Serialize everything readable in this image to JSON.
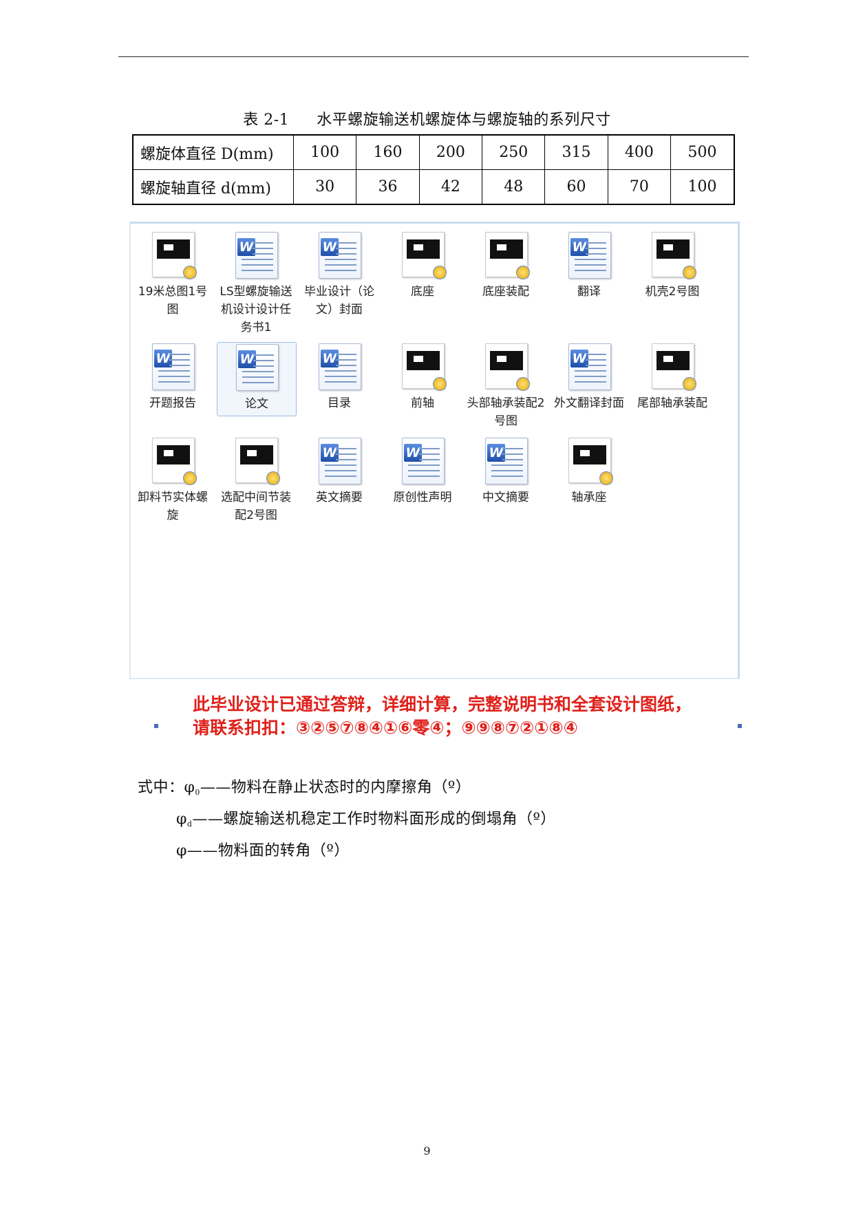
{
  "table": {
    "caption_number": "表 2-1",
    "caption_title": "水平螺旋输送机螺旋体与螺旋轴的系列尺寸",
    "rows": [
      {
        "label": "螺旋体直径 D(mm)",
        "values": [
          "100",
          "160",
          "200",
          "250",
          "315",
          "400",
          "500"
        ]
      },
      {
        "label": "螺旋轴直径 d(mm)",
        "values": [
          "30",
          "36",
          "42",
          "48",
          "60",
          "70",
          "100"
        ]
      }
    ]
  },
  "files": [
    {
      "label": "19米总图1号图",
      "icon": "cad-drawing-icon"
    },
    {
      "label": "LS型螺旋输送机设计设计任务书1",
      "icon": "word-document-icon"
    },
    {
      "label": "毕业设计（论文）封面",
      "icon": "word-document-icon"
    },
    {
      "label": "底座",
      "icon": "cad-drawing-icon"
    },
    {
      "label": "底座装配",
      "icon": "cad-drawing-icon"
    },
    {
      "label": "翻译",
      "icon": "word-document-icon"
    },
    {
      "label": "机壳2号图",
      "icon": "cad-drawing-icon"
    },
    {
      "label": "开题报告",
      "icon": "word-document-icon"
    },
    {
      "label": "论文",
      "icon": "word-document-icon",
      "selected": true
    },
    {
      "label": "目录",
      "icon": "word-document-icon"
    },
    {
      "label": "前轴",
      "icon": "cad-drawing-icon"
    },
    {
      "label": "头部轴承装配2号图",
      "icon": "cad-drawing-icon"
    },
    {
      "label": "外文翻译封面",
      "icon": "word-document-icon"
    },
    {
      "label": "尾部轴承装配",
      "icon": "cad-drawing-icon"
    },
    {
      "label": "卸料节实体螺旋",
      "icon": "cad-drawing-icon"
    },
    {
      "label": "选配中间节装配2号图",
      "icon": "cad-drawing-icon"
    },
    {
      "label": "英文摘要",
      "icon": "word-document-icon"
    },
    {
      "label": "原创性声明",
      "icon": "word-document-icon"
    },
    {
      "label": "中文摘要",
      "icon": "word-document-icon"
    },
    {
      "label": "轴承座",
      "icon": "cad-drawing-icon"
    }
  ],
  "promo": {
    "line1": "此毕业设计已通过答辩，详细计算，完整说明书和全套设计图纸，",
    "line2": "请联系扣扣：③②⑤⑦⑧④①⑥零④；⑨⑨⑧⑦②①⑧④",
    "color": "#e0201a"
  },
  "formula": {
    "intro": "式中：",
    "phi0_symbol": "φ",
    "phi0_sub": "0",
    "phi0_text": "——物料在静止状态时的内摩擦角（º）",
    "phid_symbol": "φ",
    "phid_sub": "d",
    "phid_text": "——螺旋输送机稳定工作时物料面形成的倒塌角（º）",
    "phi_symbol": "φ",
    "phi_text": "——物料面的转角（º）"
  },
  "page_number": "9"
}
